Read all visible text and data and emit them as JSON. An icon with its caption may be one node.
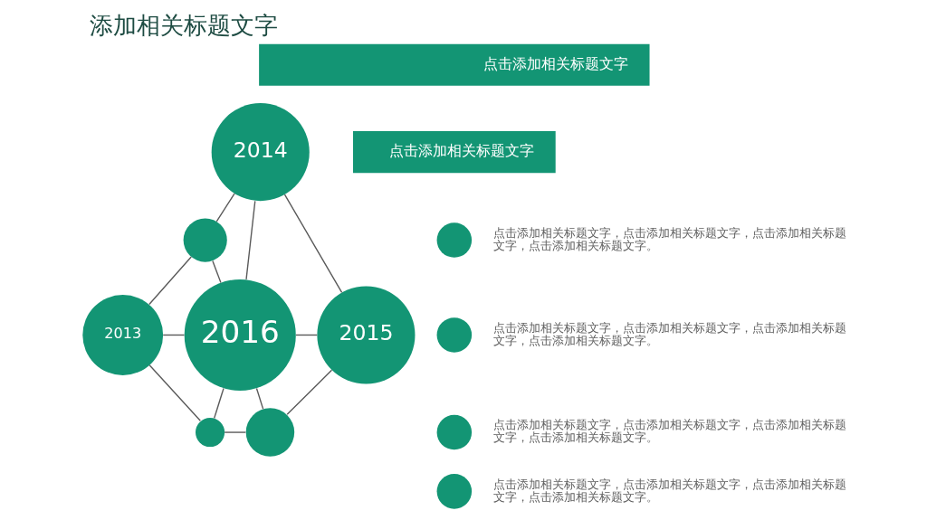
{
  "diagram": {
    "title": "添加相关标题文字",
    "nodes": [
      {
        "text": [
          "2014"
        ]
      },
      {
        "text": [],
        "shape": "circle"
      },
      {
        "text": [
          "2013"
        ]
      },
      {
        "text": [
          "2016"
        ]
      },
      {
        "text": [
          "2015"
        ]
      },
      {
        "text": [],
        "shape": "circle"
      },
      {
        "text": [],
        "shape": "circle"
      },
      {
        "text": [
          "点击添加相关标题文字"
        ]
      },
      {
        "text": [
          "点击添加相关标题文字"
        ]
      },
      {
        "text": [],
        "shape": "circle",
        "beside": [
          "点击添加相关标题文字，点击添加相关标题文字，点击添加相关标题文字，点击添加相关标题文字。"
        ]
      },
      {
        "text": [],
        "shape": "circle",
        "beside": [
          "点击添加相关标题文字，点击添加相关标题文字，点击添加相关标题文字，点击添加相关标题文字。"
        ]
      },
      {
        "text": [],
        "shape": "circle",
        "beside": [
          "点击添加相关标题文字，点击添加相关标题文字，点击添加相关标题文字，点击添加相关标题文字。"
        ]
      },
      {
        "text": [],
        "shape": "circle",
        "beside": [
          "点击添加相关标题文字，点击添加相关标题文字，点击添加相关标题文字，点击添加相关标题文字。"
        ]
      }
    ],
    "edges": [
      {
        "from": 0,
        "to": 1,
        "arrow": "none"
      },
      {
        "from": 0,
        "to": 3,
        "arrow": "none"
      },
      {
        "from": 0,
        "to": 4,
        "arrow": "none"
      },
      {
        "from": 1,
        "to": 2,
        "arrow": "none"
      },
      {
        "from": 1,
        "to": 3,
        "arrow": "none"
      },
      {
        "from": 2,
        "to": 3,
        "arrow": "none"
      },
      {
        "from": 3,
        "to": 4,
        "arrow": "none"
      },
      {
        "from": 2,
        "to": 5,
        "arrow": "none"
      },
      {
        "from": 3,
        "to": 5,
        "arrow": "none"
      },
      {
        "from": 3,
        "to": 6,
        "arrow": "none"
      },
      {
        "from": 5,
        "to": 6,
        "arrow": "none"
      },
      {
        "from": 4,
        "to": 6,
        "arrow": "none"
      }
    ]
  }
}
